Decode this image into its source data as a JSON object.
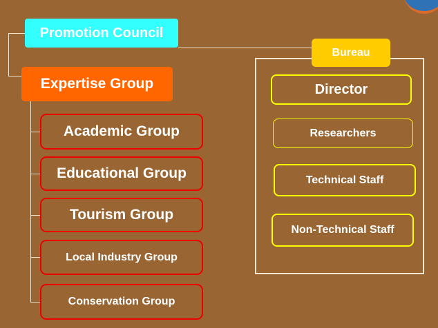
{
  "promotion_council": "Promotion Council",
  "expertise_group": "Expertise Group",
  "groups": [
    "Academic Group",
    "Educational Group",
    "Tourism Group",
    "Local Industry Group",
    "Conservation Group"
  ],
  "bureau": {
    "title": "Bureau",
    "members": [
      "Director",
      "Researchers",
      "Technical Staff",
      "Non-Technical Staff"
    ]
  },
  "colors": {
    "background": "#996633",
    "promotion_council": "#33ffff",
    "expertise_group": "#ff6600",
    "group_border": "#ee0000",
    "bureau": "#ffcc00",
    "staff_border": "#ffff00",
    "connector": "#f2e6d2"
  }
}
